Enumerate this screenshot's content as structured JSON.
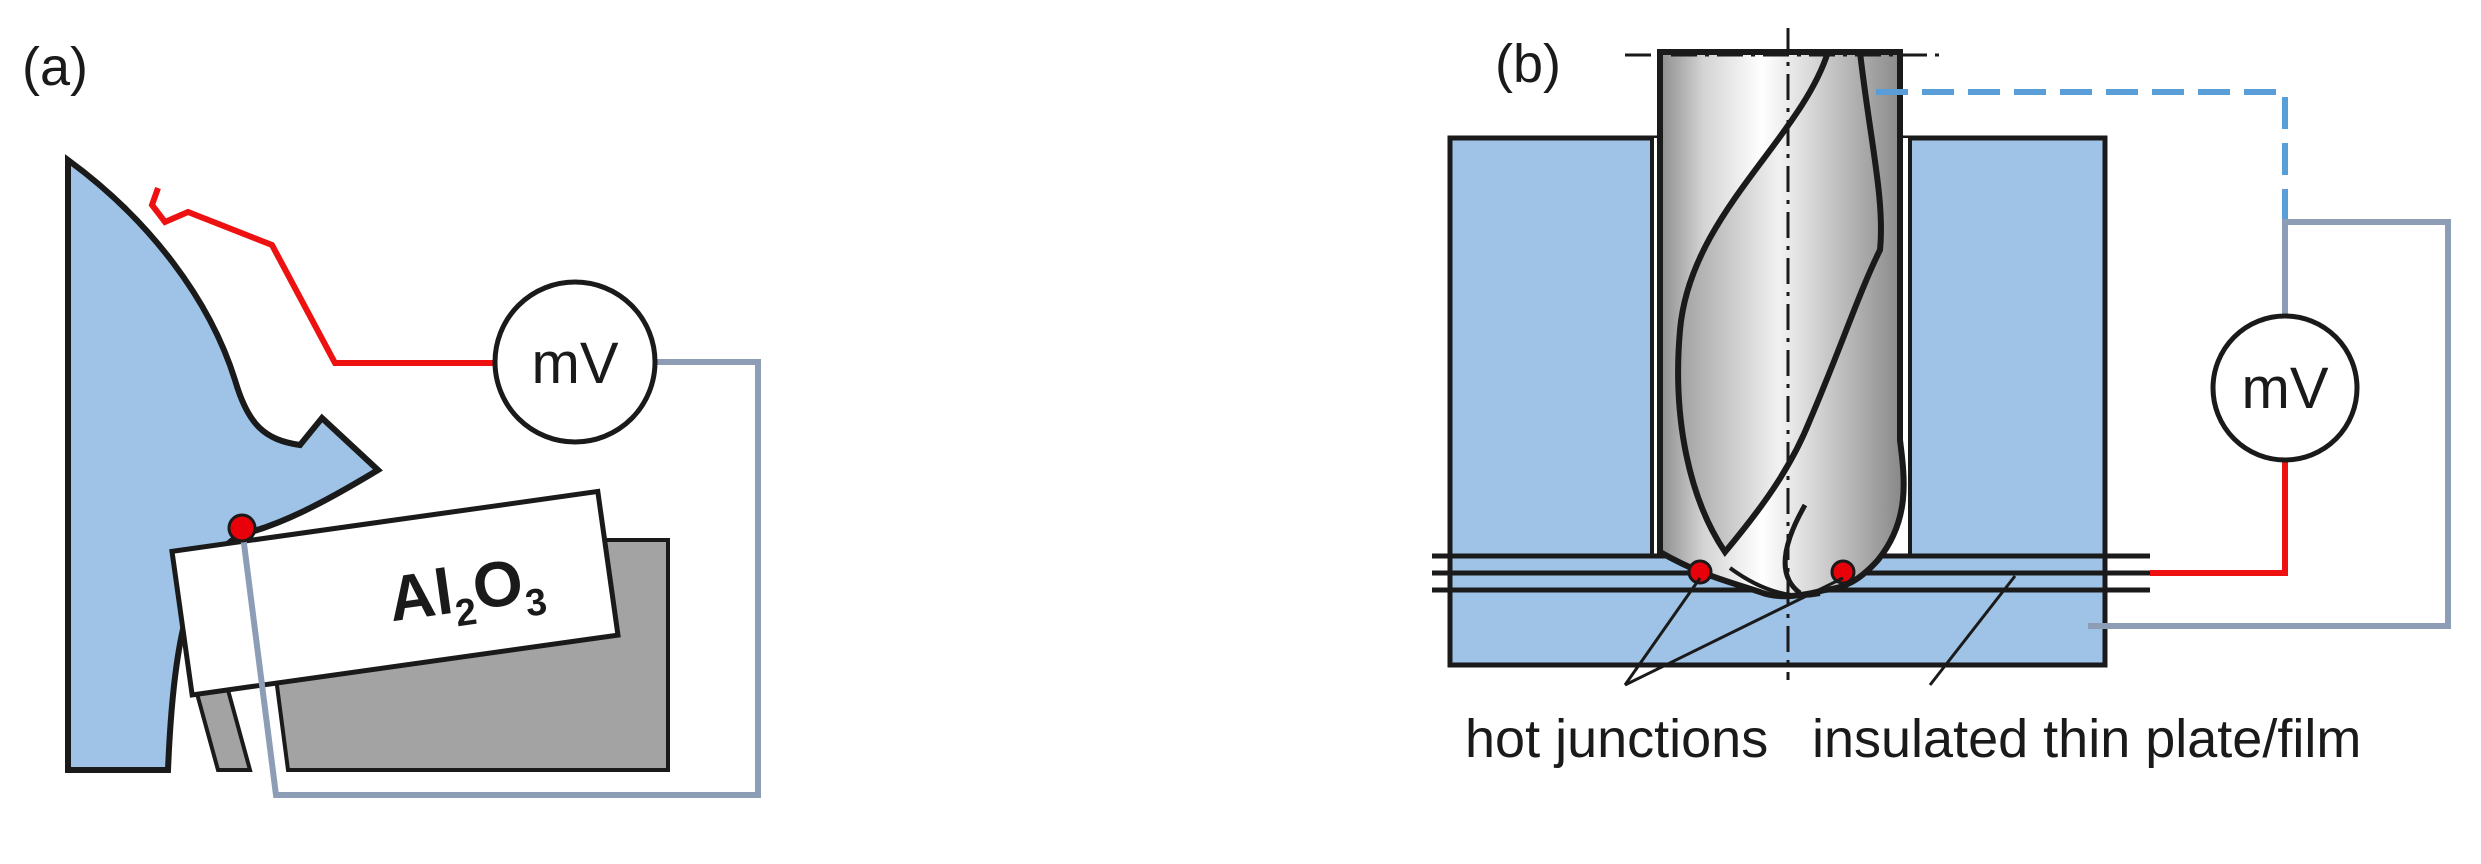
{
  "panel_a": {
    "label": "(a)",
    "meter": "mV",
    "insert": {
      "symbol_1": "Al",
      "sub_1": "2",
      "symbol_2": "O",
      "sub_2": "3"
    }
  },
  "panel_b": {
    "label": "(b)",
    "meter": "mV",
    "callout_left": "hot junctions",
    "callout_right": "insulated thin plate/film"
  },
  "colors": {
    "workpiece_blue": "#9fc3e6",
    "red_wire": "#ee1111",
    "grey_wire": "#8c9db5",
    "dashed_wire": "#5a9ed8",
    "holder_grey": "#a3a3a3",
    "junction_red": "#e8000b"
  }
}
